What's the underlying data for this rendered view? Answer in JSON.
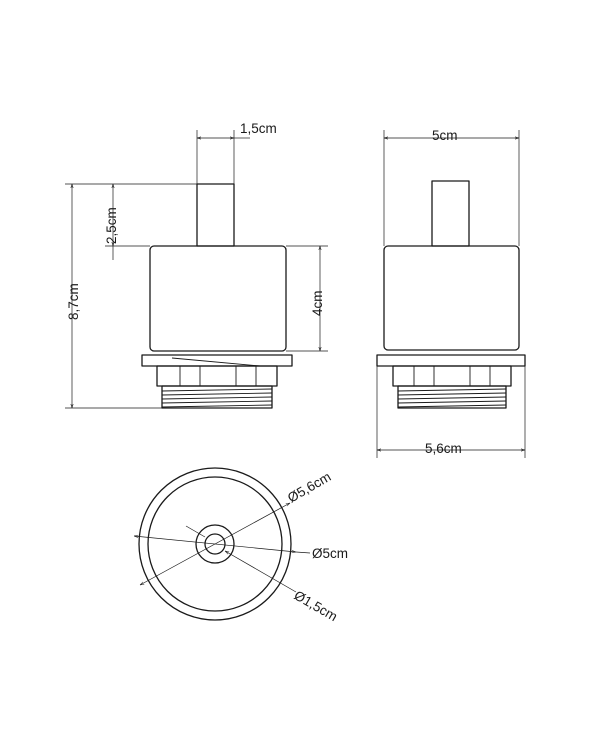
{
  "labels": {
    "cord_width": "1,5cm",
    "cord_height": "2,5cm",
    "total_height": "8,7cm",
    "cup_height": "4cm",
    "cup_width": "5cm",
    "base_width": "5,6cm",
    "outer_diameter": "Ø5,6cm",
    "middle_diameter": "Ø5cm",
    "inner_diameter": "Ø1,5cm"
  }
}
